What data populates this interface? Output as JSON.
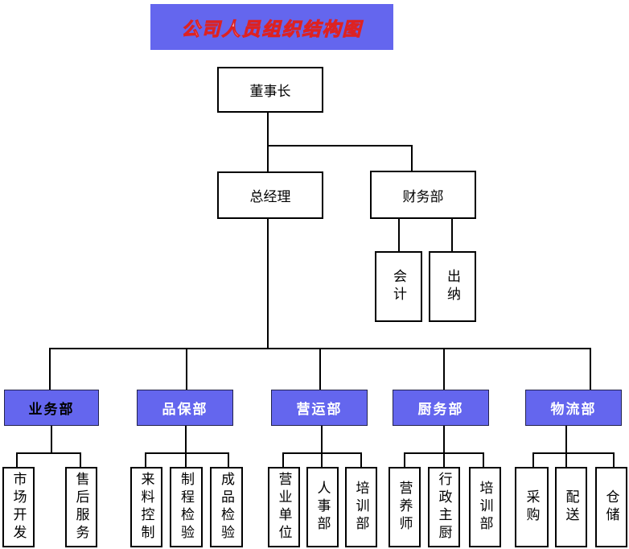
{
  "title": "公司人员组织结构图",
  "colors": {
    "banner_fill": "#6466EE",
    "banner_text_fill": "#FFFFFF",
    "banner_text_outline": "#DD2222",
    "department_fill": "#6466EE",
    "department_text_default": "#FFFFFF",
    "department_text_business": "#000000",
    "node_fill": "#FFFFFF",
    "node_border": "#000000",
    "connector": "#000000",
    "background": "#FFFFFF"
  },
  "nodes": {
    "chairman": {
      "label": "董事长"
    },
    "general_manager": {
      "label": "总经理"
    },
    "finance": {
      "label": "财务部"
    },
    "finance_children": [
      {
        "label": "会计"
      },
      {
        "label": "出纳"
      }
    ],
    "departments": [
      {
        "label": "业务部",
        "label_color": "#000000",
        "children": [
          {
            "label": "市场开发"
          },
          {
            "label": "售后服务"
          }
        ]
      },
      {
        "label": "品保部",
        "label_color": "#FFFFFF",
        "children": [
          {
            "label": "来料控制"
          },
          {
            "label": "制程检验"
          },
          {
            "label": "成品检验"
          }
        ]
      },
      {
        "label": "营运部",
        "label_color": "#FFFFFF",
        "children": [
          {
            "label": "营业单位"
          },
          {
            "label": "人事部"
          },
          {
            "label": "培训部"
          }
        ]
      },
      {
        "label": "厨务部",
        "label_color": "#FFFFFF",
        "children": [
          {
            "label": "营养师"
          },
          {
            "label": "行政主厨"
          },
          {
            "label": "培训部"
          }
        ]
      },
      {
        "label": "物流部",
        "label_color": "#FFFFFF",
        "children": [
          {
            "label": "采购"
          },
          {
            "label": "配送"
          },
          {
            "label": "仓储"
          }
        ]
      }
    ]
  }
}
